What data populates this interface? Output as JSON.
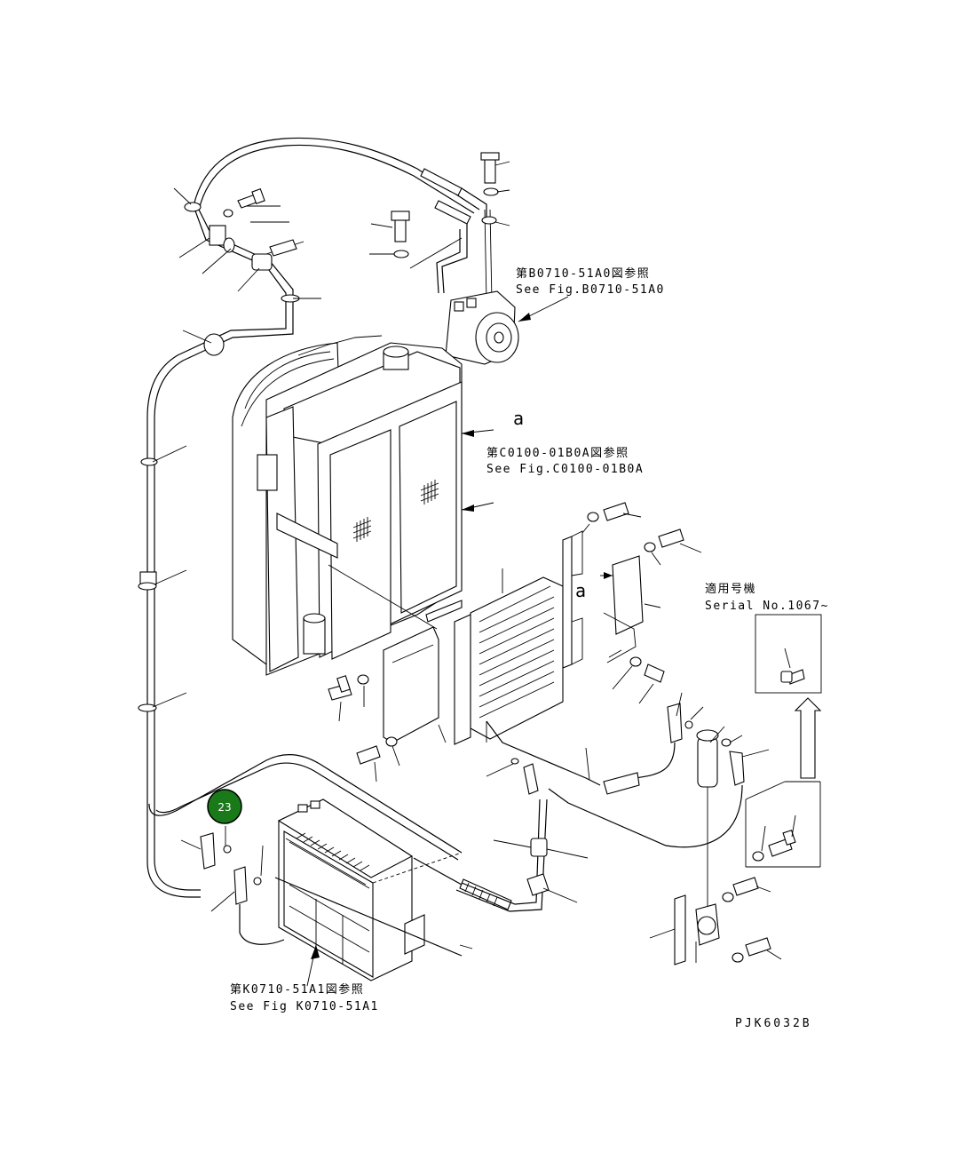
{
  "references": {
    "compressor": {
      "line_jp": "第B0710-51A0図参照",
      "line_en": "See Fig.B0710-51A0"
    },
    "radiator": {
      "line_jp": "第C0100-01B0A図参照",
      "line_en": "See Fig.C0100-01B0A"
    },
    "unit": {
      "line_jp": "第K0710-51A1図参照",
      "line_en": "See Fig K0710-51A1"
    }
  },
  "serial": {
    "line_jp": "適用号機",
    "line_en": "Serial No.1067~"
  },
  "marks": {
    "a_upper": "a",
    "a_lower": "a"
  },
  "callout": {
    "number": "23",
    "color": "#1a7a1a"
  },
  "drawing_code": "PJK6032B"
}
